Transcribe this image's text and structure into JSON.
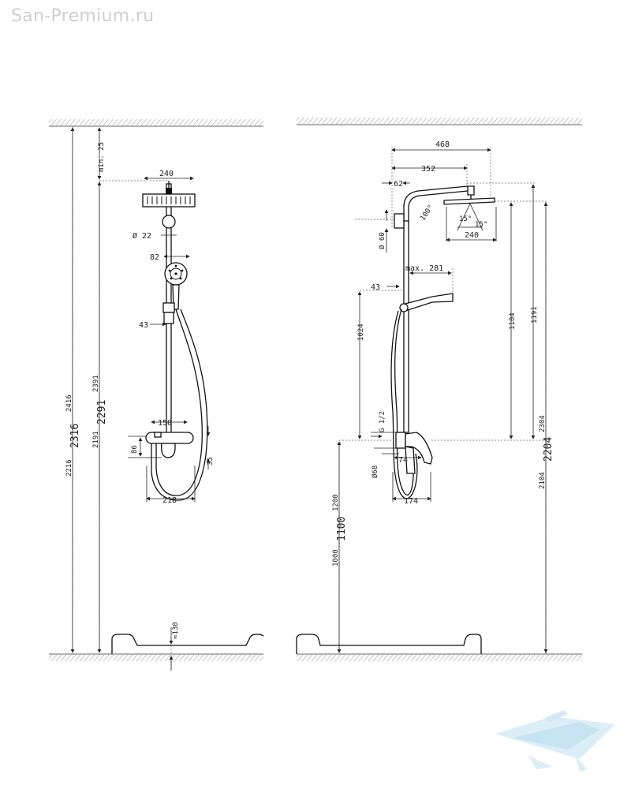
{
  "watermark": "San-Premium.ru",
  "front_view": {
    "dimensions": {
      "ceiling_gap": "min. 25",
      "head_width": "240",
      "arm_diameter": "Ø 22",
      "hand_shower_width": "82",
      "holder_offset": "43",
      "mixer_spacing": "150",
      "mixer_height": "86",
      "mixer_depth": "35",
      "mixer_width": "218",
      "tray_height": "≈130",
      "overall_high": "2416",
      "overall_mid": "2316",
      "overall_low": "2216",
      "head_high": "2391",
      "head_mid": "2291",
      "head_low": "2191"
    }
  },
  "side_view": {
    "dimensions": {
      "arm_reach": "468",
      "head_reach": "352",
      "wall_offset": "62",
      "head_angle": "100°",
      "tilt_left": "15°",
      "tilt_right": "15°",
      "head_width": "240",
      "riser_diameter": "Ø 60",
      "max_offset": "max. 281",
      "holder_offset": "43",
      "rail_length": "1024",
      "inlet": "G 1/2",
      "mixer_diameter": "Ø68",
      "mixer_offset": "74",
      "mixer_depth": "174",
      "head_above_mixer": "1104",
      "head_above_mixer_max": "1191",
      "total_high": "2304",
      "total_mid": "2204",
      "total_low": "2104",
      "mixer_high": "1200",
      "mixer_mid": "1100",
      "mixer_low": "1000"
    }
  },
  "logo": {
    "name": "bathtub-logo-icon",
    "color": "#cfe6f2"
  }
}
